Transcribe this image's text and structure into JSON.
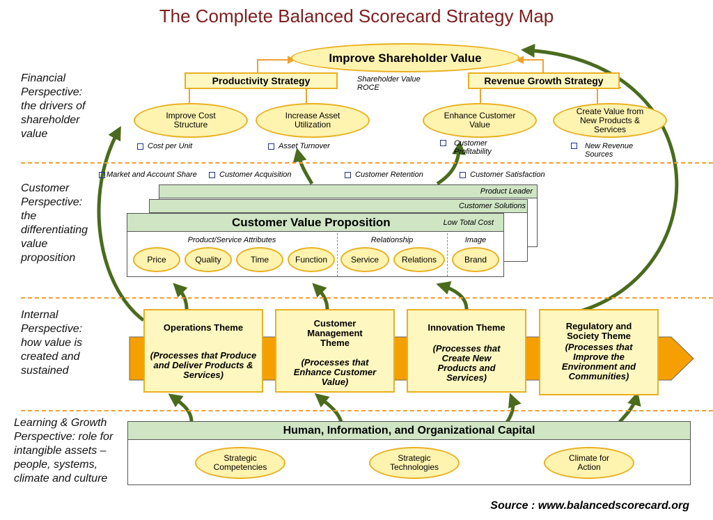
{
  "title": "The Complete Balanced Scorecard Strategy Map",
  "perspectives": {
    "financial": [
      "Financial",
      "Perspective:",
      "the drivers of",
      "shareholder",
      "value"
    ],
    "customer": [
      "Customer",
      "Perspective:",
      "the",
      "differentiating",
      "value",
      "proposition"
    ],
    "internal": [
      "Internal",
      "Perspective:",
      "how value is",
      "created and",
      "sustained"
    ],
    "learning": [
      "Learning & Growth",
      "Perspective: role for",
      "intangible assets –",
      "people, systems,",
      "climate and culture"
    ]
  },
  "financial": {
    "top": "Improve Shareholder Value",
    "productivity": "Productivity Strategy",
    "revenue": "Revenue Growth Strategy",
    "measures": [
      "Shareholder Value",
      "ROCE"
    ],
    "ovals": [
      "Improve Cost Structure",
      "Increase Asset Utilization",
      "Enhance Customer Value",
      "Create Value from New Products & Services"
    ],
    "kpis": [
      "Cost per Unit",
      "Asset Turnover",
      "Customer Profitability",
      "New Revenue Sources"
    ]
  },
  "customer": {
    "measures": [
      "Market and Account Share",
      "Customer Acquisition",
      "Customer Retention",
      "Customer Satisfaction"
    ],
    "strategies": [
      "Product Leader",
      "Customer Solutions",
      "Low Total Cost"
    ],
    "cvp": "Customer Value Proposition",
    "groups": [
      "Product/Service Attributes",
      "Relationship",
      "Image"
    ],
    "attributes": [
      "Price",
      "Quality",
      "Time",
      "Function",
      "Service",
      "Relations",
      "Brand"
    ]
  },
  "internal": {
    "themes": [
      {
        "name": "Operations Theme",
        "desc": "(Processes that Produce and Deliver Products & Services)"
      },
      {
        "name": "Customer Management Theme",
        "desc": "(Processes that Enhance Customer Value)"
      },
      {
        "name": "Innovation Theme",
        "desc": "(Processes that Create New Products and Services)"
      },
      {
        "name": "Regulatory and Society Theme",
        "desc": "(Processes that Improve the Environment and Communities)"
      }
    ]
  },
  "learning": {
    "capital": "Human, Information, and Organizational Capital",
    "items": [
      "Strategic Competencies",
      "Strategic Technologies",
      "Climate for Action"
    ]
  },
  "source": "Source : www.balancedscorecard.org",
  "colors": {
    "title": "#7f1d1d",
    "arrow": "#4a6b1e",
    "box_fill": "#fff7c0",
    "box_border": "#e8b020",
    "header_green": "#cfe5c4",
    "band_orange": "#f5a000"
  }
}
